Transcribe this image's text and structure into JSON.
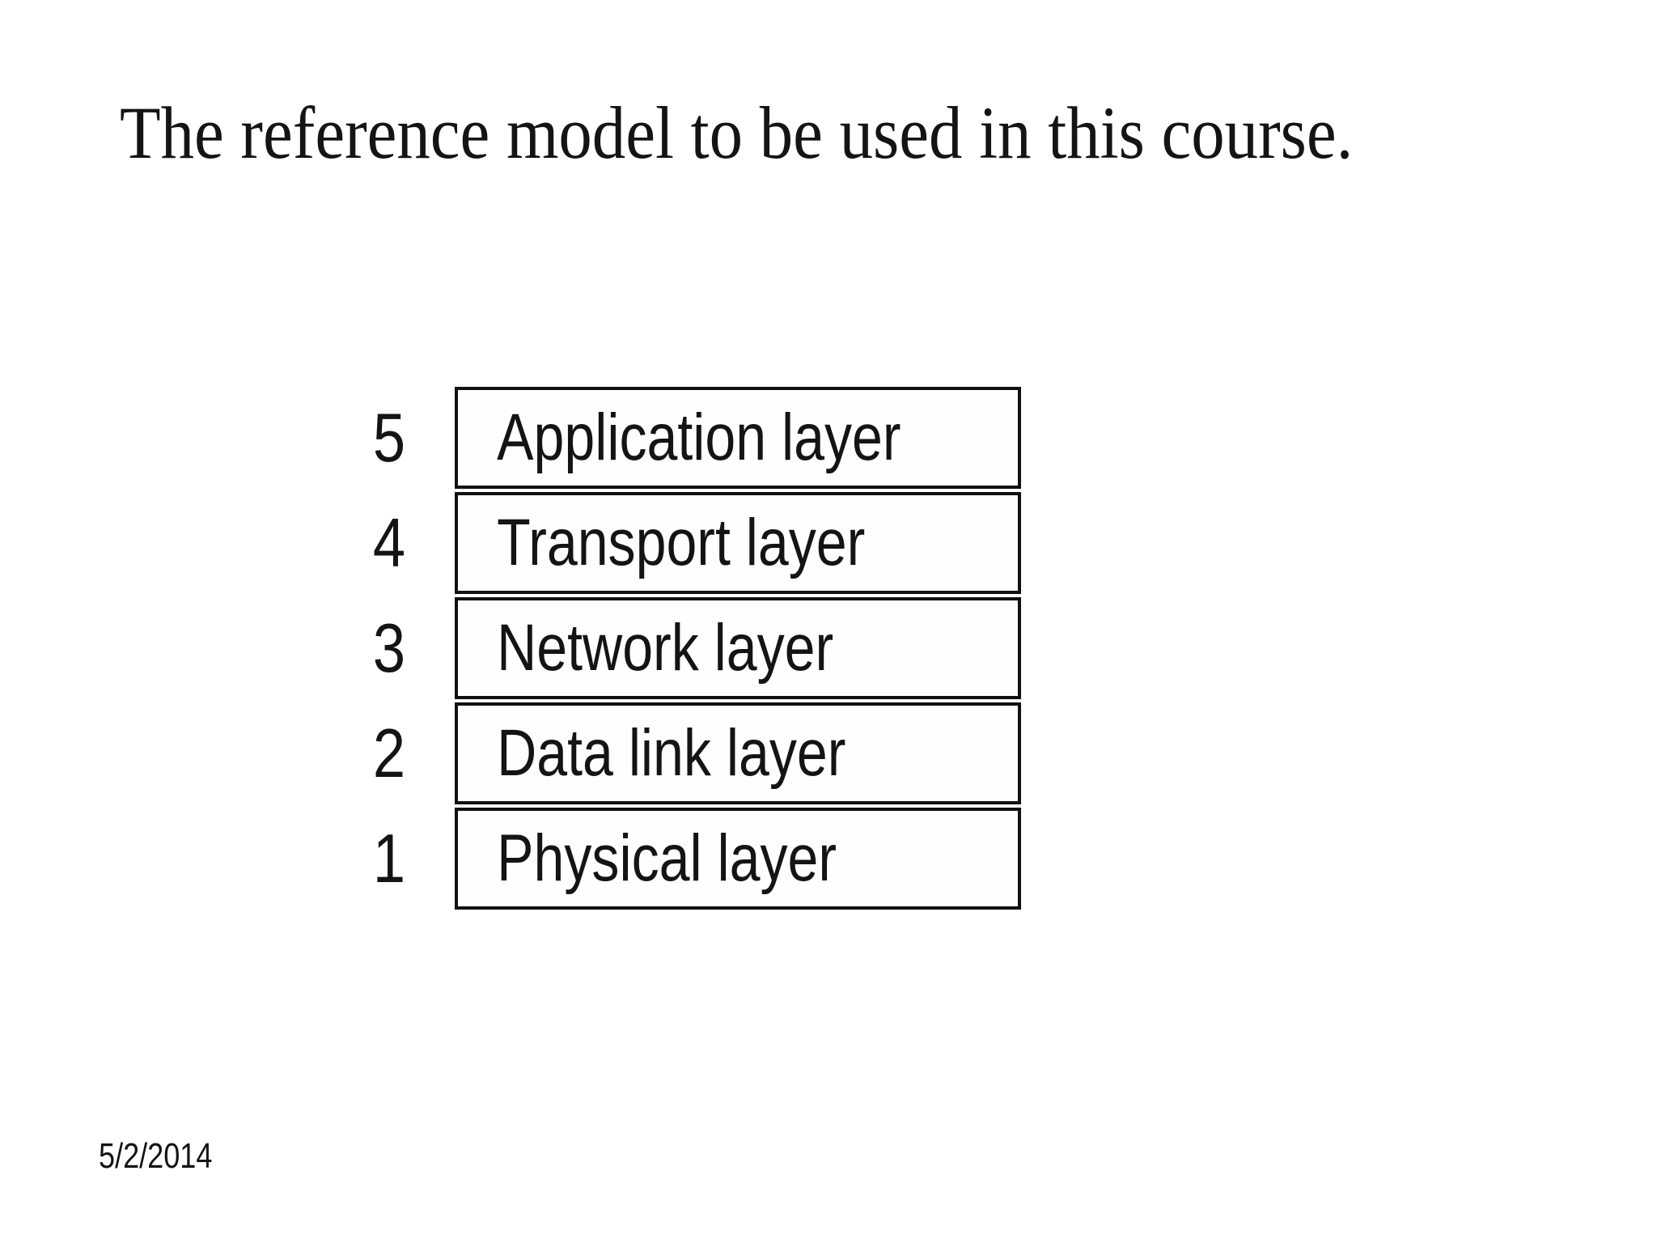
{
  "slide": {
    "title": "The reference model to be used in this course.",
    "date": "5/2/2014",
    "background_color": "#ffffff",
    "text_color": "#141414"
  },
  "diagram": {
    "type": "layer-stack",
    "description": "Five-layer network reference model, numbered boxes stacked vertically",
    "border_color": "#111111",
    "layers": [
      {
        "number": "5",
        "label": "Application layer"
      },
      {
        "number": "4",
        "label": "Transport layer"
      },
      {
        "number": "3",
        "label": "Network layer"
      },
      {
        "number": "2",
        "label": "Data link layer"
      },
      {
        "number": "1",
        "label": "Physical layer"
      }
    ]
  }
}
